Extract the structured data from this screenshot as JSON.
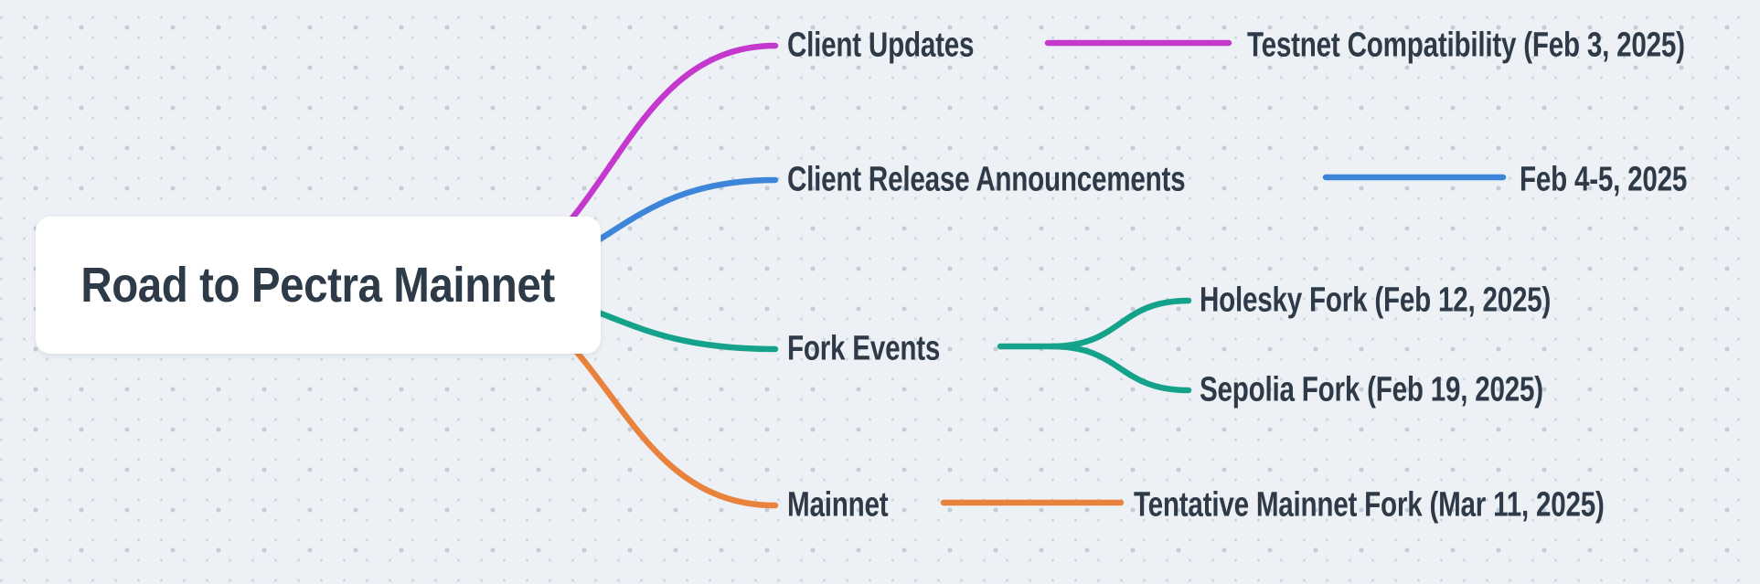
{
  "title": "Road to Pectra Mainnet",
  "diagram_type": "mindmap",
  "colors": {
    "background": "#edf1f5",
    "dot_grid_large": "#c3cdd9",
    "dot_grid_small": "#cdd5de",
    "text": "#2e3a47",
    "root_card_background": "#ffffff",
    "branch_client_updates": "#c438ce",
    "branch_client_release": "#3c85d9",
    "branch_fork_events": "#15a28a",
    "branch_mainnet": "#e9823d"
  },
  "root": {
    "label": "Road to Pectra Mainnet"
  },
  "branches": [
    {
      "id": "client-updates",
      "label": "Client Updates",
      "color": "#c438ce",
      "children": [
        {
          "label": "Testnet Compatibility (Feb 3, 2025)"
        }
      ]
    },
    {
      "id": "client-release-announcements",
      "label": "Client Release Announcements",
      "color": "#3c85d9",
      "children": [
        {
          "label": "Feb 4-5, 2025"
        }
      ]
    },
    {
      "id": "fork-events",
      "label": "Fork Events",
      "color": "#15a28a",
      "children": [
        {
          "label": "Holesky Fork (Feb 12, 2025)"
        },
        {
          "label": "Sepolia Fork (Feb 19, 2025)"
        }
      ]
    },
    {
      "id": "mainnet",
      "label": "Mainnet",
      "color": "#e9823d",
      "children": [
        {
          "label": "Tentative Mainnet Fork (Mar 11, 2025)"
        }
      ]
    }
  ]
}
